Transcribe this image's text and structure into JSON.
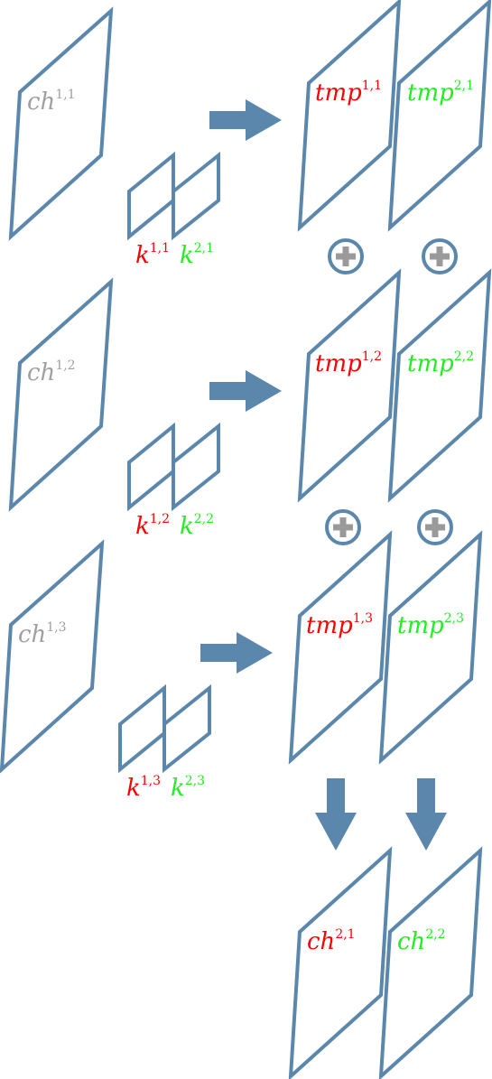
{
  "colors": {
    "shape": "#5b87ac",
    "plus_fill": "#9a9a9a",
    "input_label": "#a0a0a0",
    "kernel1": "#ff0000",
    "kernel2": "#22ee22"
  },
  "rows": [
    {
      "input": {
        "base": "ch",
        "sup": "1,1"
      },
      "k1": {
        "base": "k",
        "sup": "1,1"
      },
      "k2": {
        "base": "k",
        "sup": "2,1"
      },
      "tmp1": {
        "base": "tmp",
        "sup": "1,1"
      },
      "tmp2": {
        "base": "tmp",
        "sup": "2,1"
      }
    },
    {
      "input": {
        "base": "ch",
        "sup": "1,2"
      },
      "k1": {
        "base": "k",
        "sup": "1,2"
      },
      "k2": {
        "base": "k",
        "sup": "2,2"
      },
      "tmp1": {
        "base": "tmp",
        "sup": "1,2"
      },
      "tmp2": {
        "base": "tmp",
        "sup": "2,2"
      }
    },
    {
      "input": {
        "base": "ch",
        "sup": "1,3"
      },
      "k1": {
        "base": "k",
        "sup": "1,3"
      },
      "k2": {
        "base": "k",
        "sup": "2,3"
      },
      "tmp1": {
        "base": "tmp",
        "sup": "1,3"
      },
      "tmp2": {
        "base": "tmp",
        "sup": "2,3"
      }
    }
  ],
  "outputs": [
    {
      "base": "ch",
      "sup": "2,1"
    },
    {
      "base": "ch",
      "sup": "2,2"
    }
  ]
}
